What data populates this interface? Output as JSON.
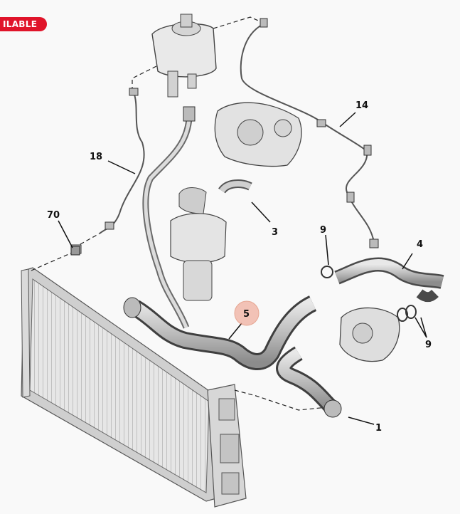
{
  "badge": {
    "text": "ILABLE",
    "color": "#e0142a"
  },
  "highlight": {
    "color": "#f0b0a0"
  },
  "callouts": {
    "c1": "1",
    "c3": "3",
    "c4": "4",
    "c5": "5",
    "c9a": "9",
    "c9b": "9",
    "c14": "14",
    "c18": "18",
    "c70": "70"
  }
}
